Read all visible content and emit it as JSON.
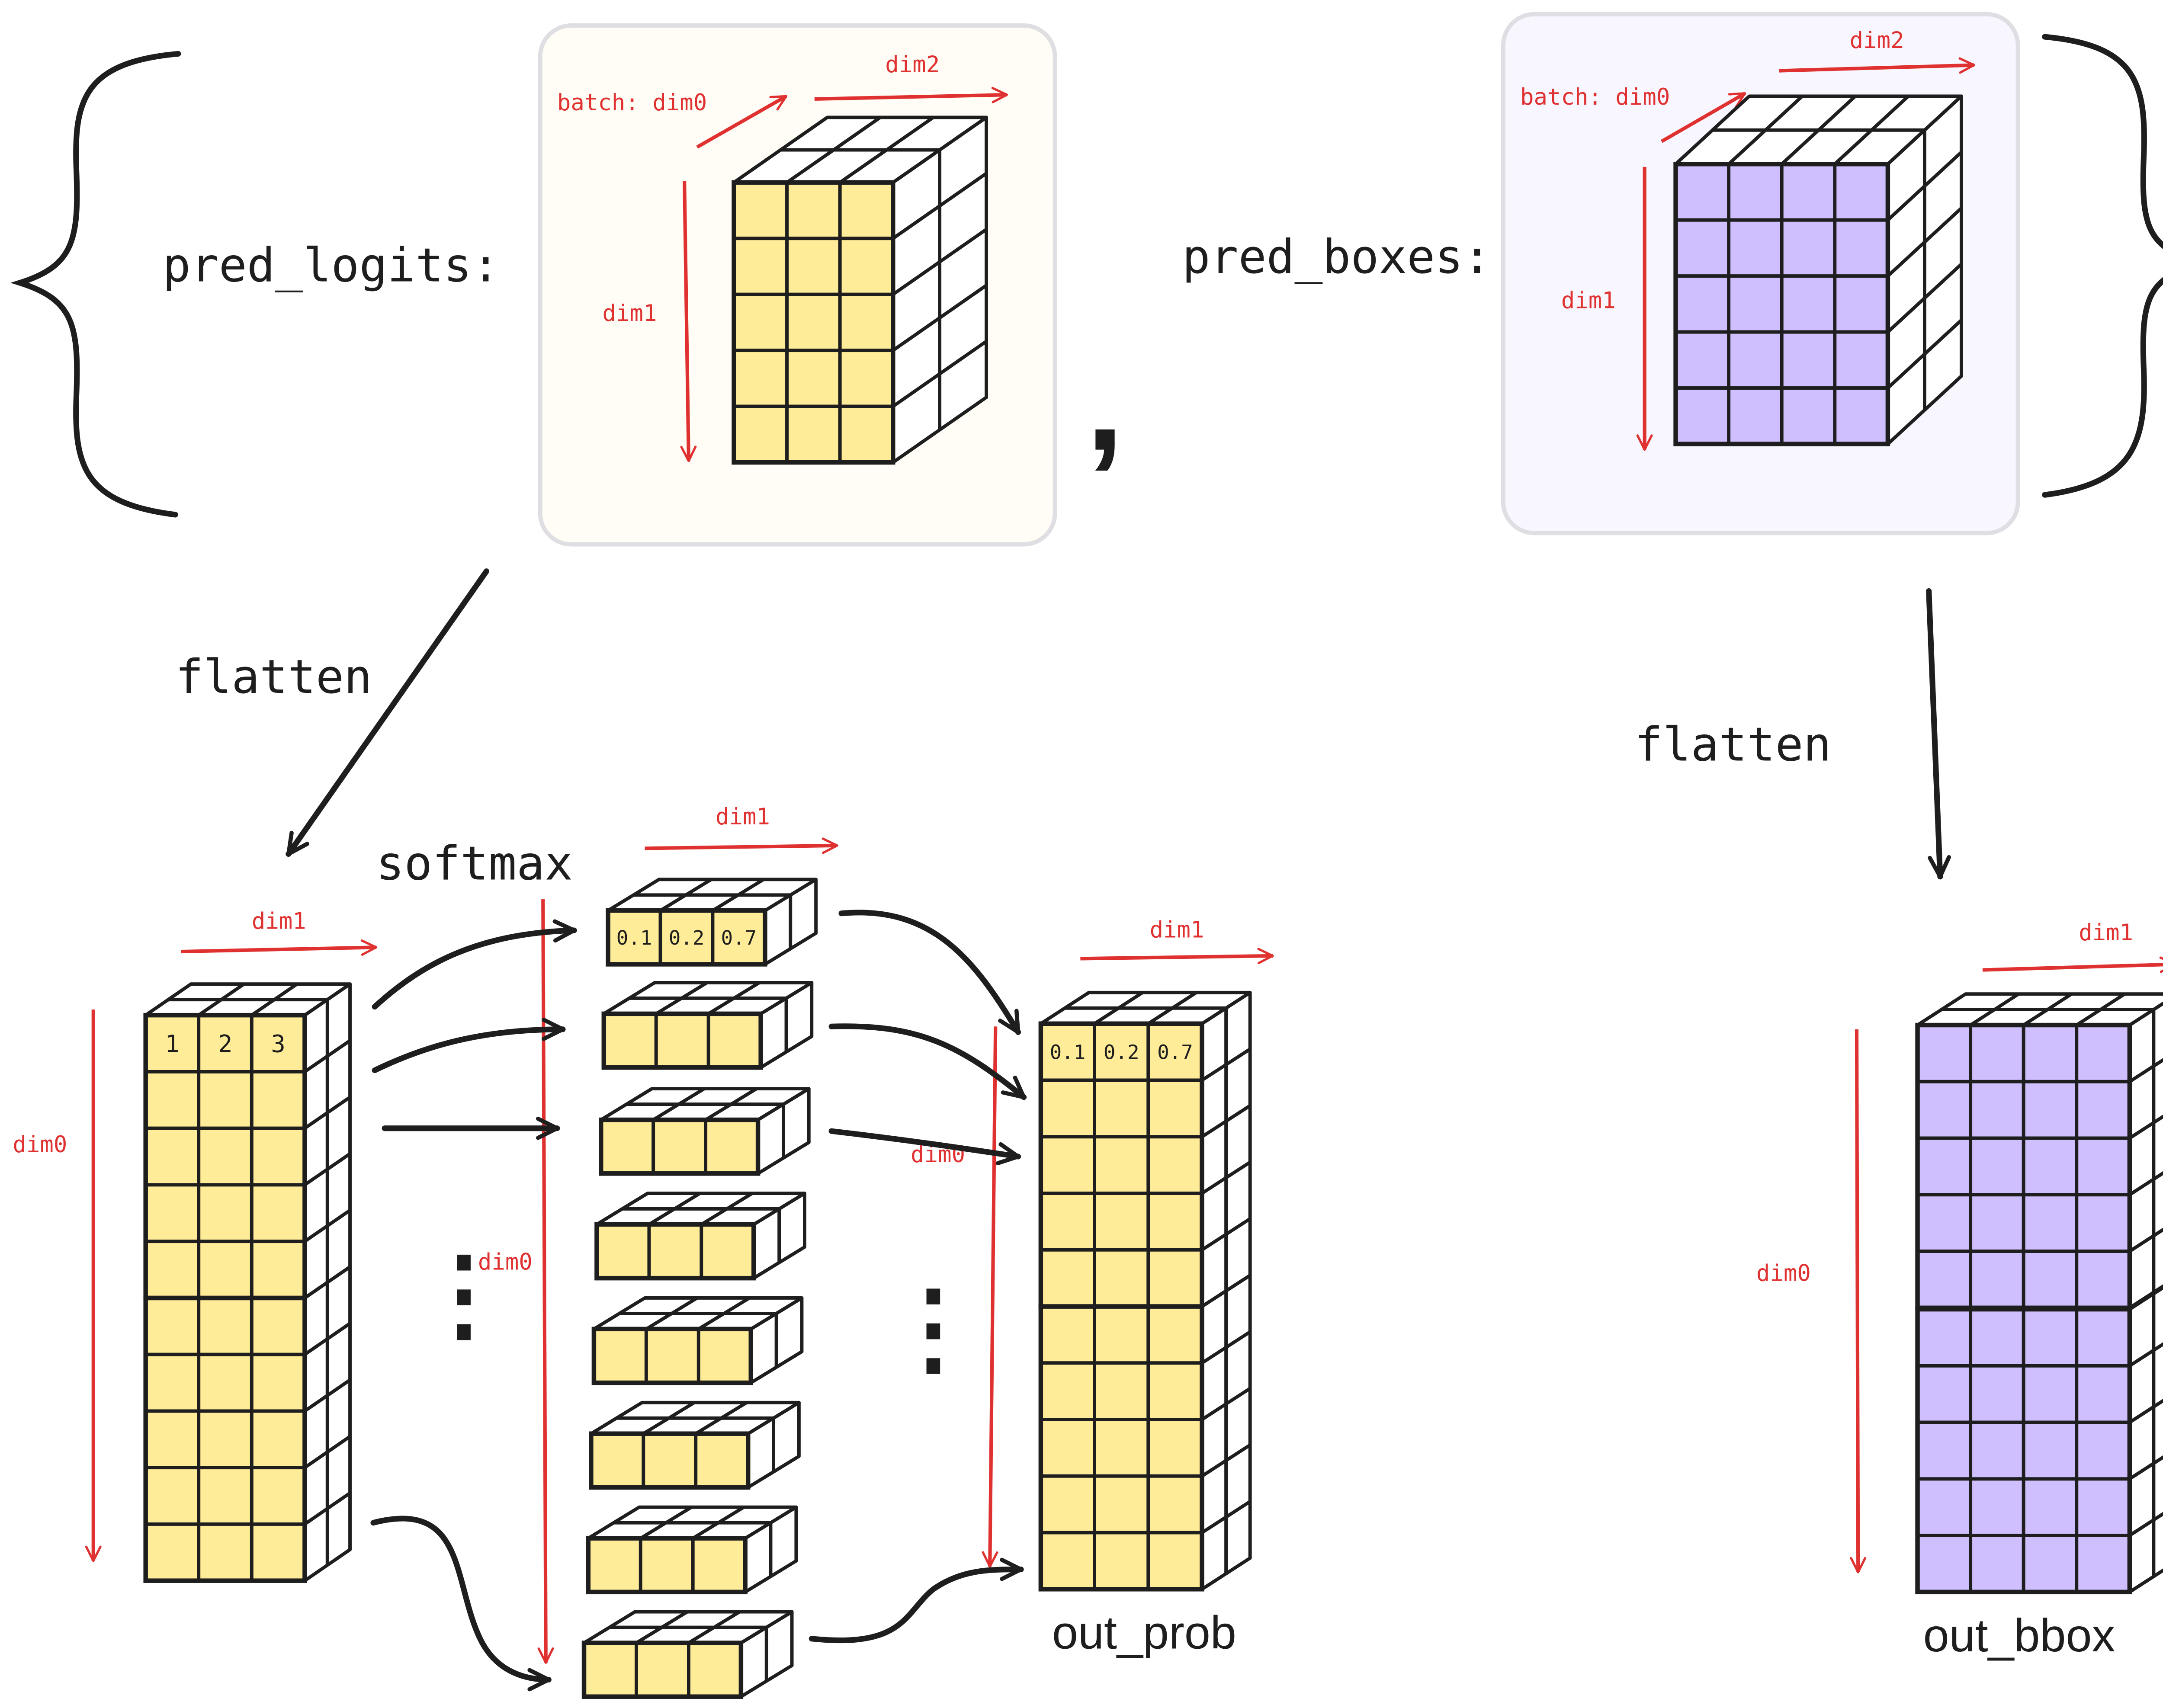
{
  "colors": {
    "ink": "#1e1e1e",
    "axis": "#e03131",
    "yellow_fill": "#ffec99",
    "yellow_panel": "#fffdf5",
    "purple_fill": "#d0bfff",
    "purple_panel": "#f8f6ff",
    "panel_border": "#dedee3"
  },
  "top": {
    "pred_logits_label": "pred_logits:",
    "pred_boxes_label": "pred_boxes:",
    "comma": ",",
    "logits_axes": {
      "batch": "batch: dim0",
      "dim1": "dim1",
      "dim2": "dim2"
    },
    "boxes_axes": {
      "batch": "batch: dim0",
      "dim1": "dim1",
      "dim2": "dim2"
    }
  },
  "flow": {
    "flatten_left": "flatten",
    "flatten_right": "flatten",
    "softmax": "softmax"
  },
  "flattened_logits": {
    "axis_dim1": "dim1",
    "axis_dim0": "dim0",
    "first_row": [
      "1",
      "2",
      "3"
    ]
  },
  "softmax_rows": {
    "axis_dim1": "dim1",
    "axis_dim0": "dim0",
    "first_row": [
      "0.1",
      "0.2",
      "0.7"
    ]
  },
  "out_prob": {
    "label": "out_prob",
    "axis_dim1": "dim1",
    "axis_dim0": "dim0",
    "first_row": [
      "0.1",
      "0.2",
      "0.7"
    ]
  },
  "out_bbox": {
    "label": "out_bbox",
    "axis_dim1": "dim1",
    "axis_dim0": "dim0"
  },
  "ellipsis": "⋮"
}
